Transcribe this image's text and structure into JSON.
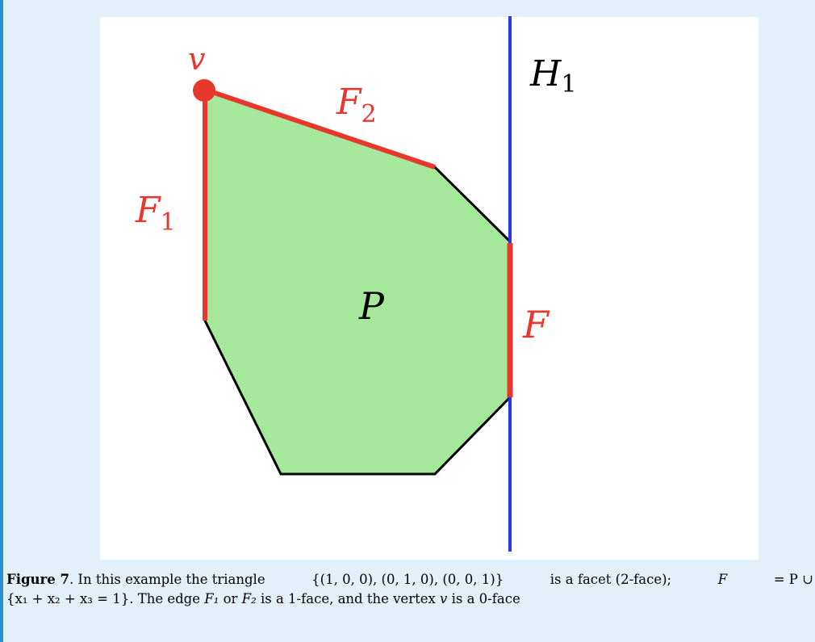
{
  "figure": {
    "labels": {
      "vertex": "v",
      "hyperplane": "H",
      "hyperplane_sub": "1",
      "edge1": "F",
      "edge1_sub": "1",
      "edge2": "F",
      "edge2_sub": "2",
      "polytope": "P",
      "facet": "F"
    },
    "colors": {
      "fill": "#a6e89b",
      "edge": "#e8382d",
      "hyperplane": "#2336f0",
      "outline": "#000000"
    }
  },
  "caption": {
    "label": "Figure 7",
    "line1_a": ". In this example the triangle",
    "set_text": "{(1, 0, 0), (0, 1, 0), (0, 0, 1)}",
    "line1_b": "is a facet (2-face);",
    "eq_lhs": "F",
    "eq_mid": "= P ∪",
    "line2_set": "{x₁ + x₂ + x₃ = 1}",
    "line2_a": ". The edge",
    "edge1": "F₁",
    "line2_or": "or",
    "edge2": "F₂",
    "line2_b": "is a 1-face, and the vertex",
    "vertex": "v",
    "line2_c": "is a 0-face"
  }
}
